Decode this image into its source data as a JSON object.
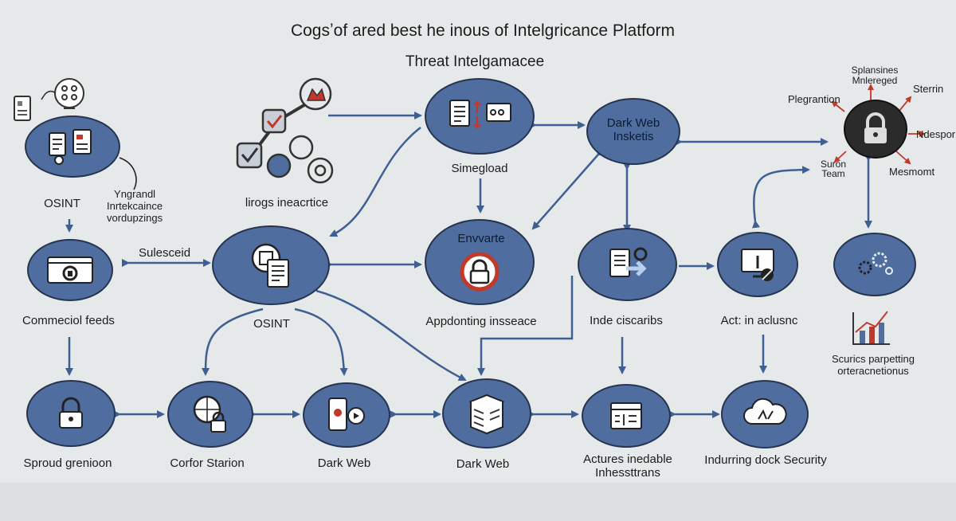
{
  "title": "Cogsʼof ared best he inous of Intelgricance Platform",
  "subtitle": "Threat Intelgamacee",
  "labels": {
    "osint_top": "OSINT",
    "yngrandl": "Yngrandl\nInrtekcaince\nvordupzings",
    "lirogs": "lirogs ineacrtice",
    "simegload": "Simegload",
    "dark_web_insketis": "Dark Web\nInsketis",
    "sulesceid": "Sulesceid",
    "commercial_feeds": "Commeciol feeds",
    "osint_center": "OSINT",
    "envvarte": "Envvarte",
    "appdonting": "Appdonting insseace",
    "inde_ciscaribs": "Inde ciscaribs",
    "act_in_aclusnc": "Act: in aclusnc",
    "sources_parsetting": "Scurics parpetting\norteracnetionus",
    "splansines": "Splansines\nMnlereged",
    "sterrin": "Sterrin",
    "plegrantion": "Plegrantion",
    "ndesper": "Ndespor",
    "suron_team": "Suron\nTeam",
    "mesmomt": "Mesmomt",
    "sproud_grenoon": "Sproud grenioon",
    "corfor_starion": "Corfor Starion",
    "dark_web_1": "Dark Web",
    "dark_web_2": "Dark Web",
    "actures_inedable": "Actures inedable\nInhessttrans",
    "indurring_dock": "Indurring dock Security"
  },
  "icons": {
    "n1": "documents-icon",
    "n2": "documents-exchange-icon",
    "n3": "lock-icon",
    "n4": "network-gear-icon",
    "n5": "browser-gear-icon",
    "n6": "document-search-icon",
    "n7": "lock-target-icon",
    "n8": "document-arrow-icon",
    "n9": "monitor-tools-icon",
    "n10": "gears-icon",
    "n11": "padlock-icon",
    "n12": "globe-lock-icon",
    "n13": "phone-media-icon",
    "n14": "server-box-icon",
    "n15": "calendar-checklist-icon",
    "n16": "cloud-chat-icon",
    "bar_chart": "bar-chart-icon",
    "checklist_graph": "checklist-graph-icon",
    "files_bulb": "files-bulb-icon"
  },
  "colors": {
    "node_fill": "#4f6d9f",
    "node_border": "#26344f",
    "arrow": "#3f5f93",
    "dark_node": "#2b2b2b",
    "red_spoke": "#c0392b",
    "background": "#e6e9ea"
  }
}
